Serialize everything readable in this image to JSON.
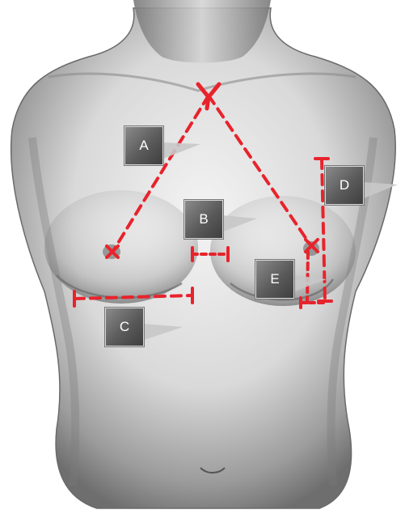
{
  "labels": {
    "a": "A",
    "b": "B",
    "c": "C",
    "d": "D",
    "e": "E"
  },
  "colors": {
    "measure_line": "#e8232c",
    "label_box": "#5a5a5a",
    "skin_shade": "#b9b9b9"
  }
}
